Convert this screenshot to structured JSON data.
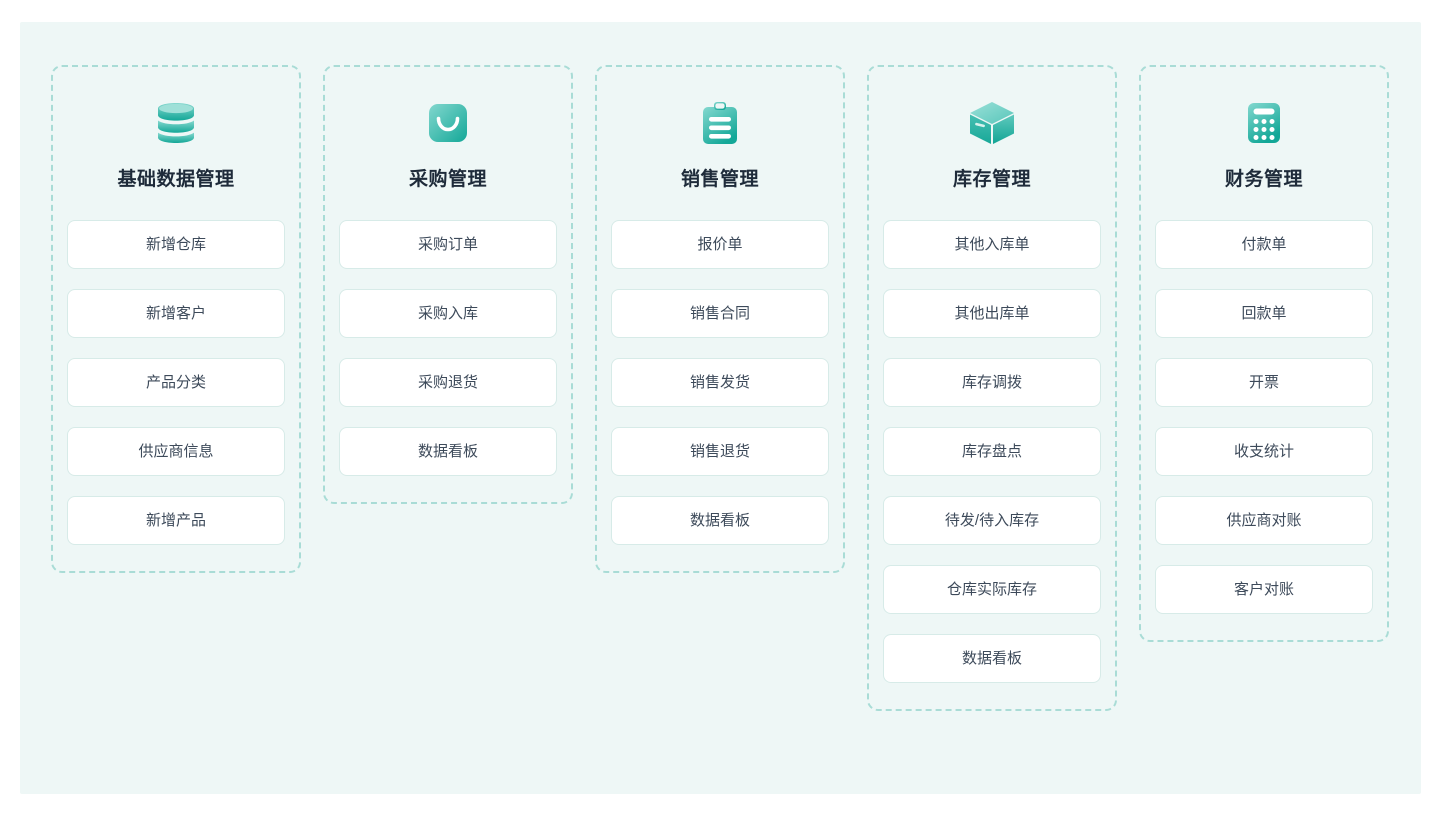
{
  "theme": {
    "page_background": "#ffffff",
    "board_background": "#eef7f6",
    "column_border": "#a9dcd6",
    "button_background": "#ffffff",
    "button_border": "#d7ebe8",
    "button_text": "#3d4a5a",
    "title_text": "#1e2b3a",
    "icon_gradient_start": "#7fd4cb",
    "icon_gradient_end": "#17a99a"
  },
  "columns": [
    {
      "id": "basic-data",
      "icon": "database-icon",
      "title": "基础数据管理",
      "items": [
        {
          "label": "新增仓库"
        },
        {
          "label": "新增客户"
        },
        {
          "label": "产品分类"
        },
        {
          "label": "供应商信息"
        },
        {
          "label": "新增产品"
        }
      ]
    },
    {
      "id": "purchase",
      "icon": "shopping-bag-icon",
      "title": "采购管理",
      "items": [
        {
          "label": "采购订单"
        },
        {
          "label": "采购入库"
        },
        {
          "label": "采购退货"
        },
        {
          "label": "数据看板"
        }
      ]
    },
    {
      "id": "sales",
      "icon": "clipboard-icon",
      "title": "销售管理",
      "items": [
        {
          "label": "报价单"
        },
        {
          "label": "销售合同"
        },
        {
          "label": "销售发货"
        },
        {
          "label": "销售退货"
        },
        {
          "label": "数据看板"
        }
      ]
    },
    {
      "id": "inventory",
      "icon": "box-icon",
      "title": "库存管理",
      "items": [
        {
          "label": "其他入库单"
        },
        {
          "label": "其他出库单"
        },
        {
          "label": "库存调拨"
        },
        {
          "label": "库存盘点"
        },
        {
          "label": "待发/待入库存"
        },
        {
          "label": "仓库实际库存"
        },
        {
          "label": "数据看板"
        }
      ]
    },
    {
      "id": "finance",
      "icon": "calculator-icon",
      "title": "财务管理",
      "items": [
        {
          "label": "付款单"
        },
        {
          "label": "回款单"
        },
        {
          "label": "开票"
        },
        {
          "label": "收支统计"
        },
        {
          "label": "供应商对账"
        },
        {
          "label": "客户对账"
        }
      ]
    }
  ]
}
